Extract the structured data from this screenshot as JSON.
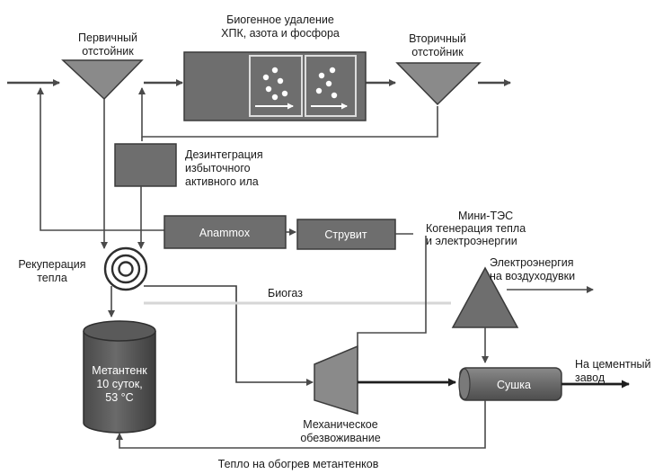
{
  "labels": {
    "primary_clarifier": [
      "Первичный",
      "отстойник"
    ],
    "bio_removal": [
      "Биогенное удаление",
      "ХПК, азота и фосфора"
    ],
    "secondary_clarifier": [
      "Вторичный",
      "отстойник"
    ],
    "disintegration": [
      "Дезинтеграция",
      "избыточного",
      "активного ила"
    ],
    "anammox": "Anammox",
    "struvite": "Струвит",
    "mini_tes": [
      "Мини-ТЭС",
      "Когенерация тепла",
      "и электроэнергии"
    ],
    "heat_recovery": [
      "Рекуперация",
      "тепла"
    ],
    "biogas": "Биогаз",
    "electricity": [
      "Электроэнергия",
      "на воздуходувки"
    ],
    "digester": [
      "Метантенк",
      "10 суток,",
      "53 °C"
    ],
    "dewatering": [
      "Механическое",
      "обезвоживание"
    ],
    "drying": "Сушка",
    "cement": [
      "На цементный",
      "завод"
    ],
    "heat_bottom": "Тепло на обогрев метантенков"
  },
  "colors": {
    "box_fill": "#6e6e6e",
    "line": "#4a4a4a",
    "biogas_line": "#d6d6d6",
    "background": "#ffffff"
  }
}
